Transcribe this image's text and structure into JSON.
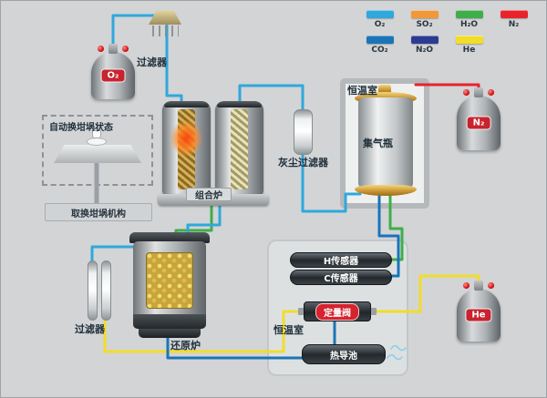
{
  "colors": {
    "o2": "#2fa8dc",
    "so2": "#f0983a",
    "h2o": "#3fae49",
    "n2": "#e8232c",
    "co2": "#1b74b8",
    "n2o": "#2c3b92",
    "he": "#f2dd28",
    "metal": "#9aa0a4",
    "steam": "#8ccfe8"
  },
  "legend": {
    "items": [
      {
        "label": "O₂",
        "color": "#2fa8dc"
      },
      {
        "label": "SO₂",
        "color": "#f0983a"
      },
      {
        "label": "H₂O",
        "color": "#3fae49"
      },
      {
        "label": "N₂",
        "color": "#e8232c"
      },
      {
        "label": "CO₂",
        "color": "#1b74b8"
      },
      {
        "label": "N₂O",
        "color": "#2c3b92"
      },
      {
        "label": "He",
        "color": "#f2dd28"
      }
    ]
  },
  "components": {
    "filter_top": "过滤器",
    "o2_tank": "O₂",
    "auto_crucible_title": "自动换坩埚状态",
    "crucible_mechanism": "取换坩埚机构",
    "combo_furnace": "组合炉",
    "dust_filter": "灰尘过滤器",
    "thermo_room_top": "恒温室",
    "gas_collector": "集气瓶",
    "n2_tank": "N₂",
    "filter_bottom": "过滤器",
    "reduction_furnace": "还原炉",
    "thermo_room_bottom": "恒温室",
    "h_sensor": "H传感器",
    "c_sensor": "C传感器",
    "metering_valve": "定量阀",
    "tc_cell": "热导池",
    "he_tank": "He"
  }
}
